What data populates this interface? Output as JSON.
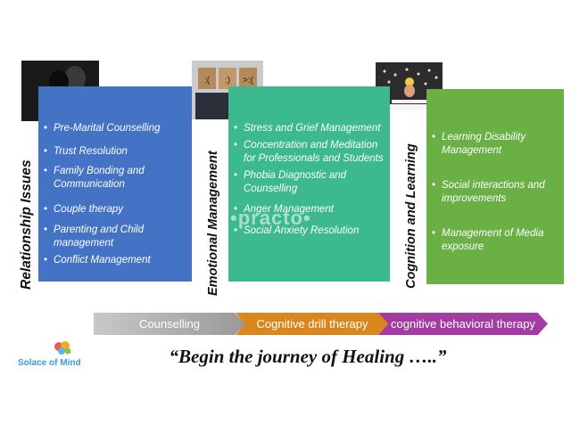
{
  "sections": [
    {
      "title": "Relationship Issues",
      "color": "#4472c4",
      "items": [
        "Pre-Marital Counselling",
        "Trust Resolution",
        "Family Bonding and Communication",
        "Couple therapy",
        "Parenting and Child management",
        "Conflict Management"
      ]
    },
    {
      "title": "Emotional Management",
      "color": "#3cb98f",
      "items": [
        "Stress and Grief Management",
        "Concentration and Meditation for Professionals and Students",
        "Phobia Diagnostic and Counselling",
        "Anger Management",
        "Social Anxiety Resolution"
      ]
    },
    {
      "title": "Cognition and Learning",
      "color": "#6ab045",
      "items": [
        "Learning Disability Management",
        "Social interactions and improvements",
        "Management of Media exposure"
      ]
    }
  ],
  "process": [
    "Counselling",
    "Cognitive drill therapy",
    "cognitive behavioral therapy"
  ],
  "tagline": "“Begin the journey of Healing …..”",
  "logo_text": "Solace of Mind",
  "watermark": "•practo•"
}
